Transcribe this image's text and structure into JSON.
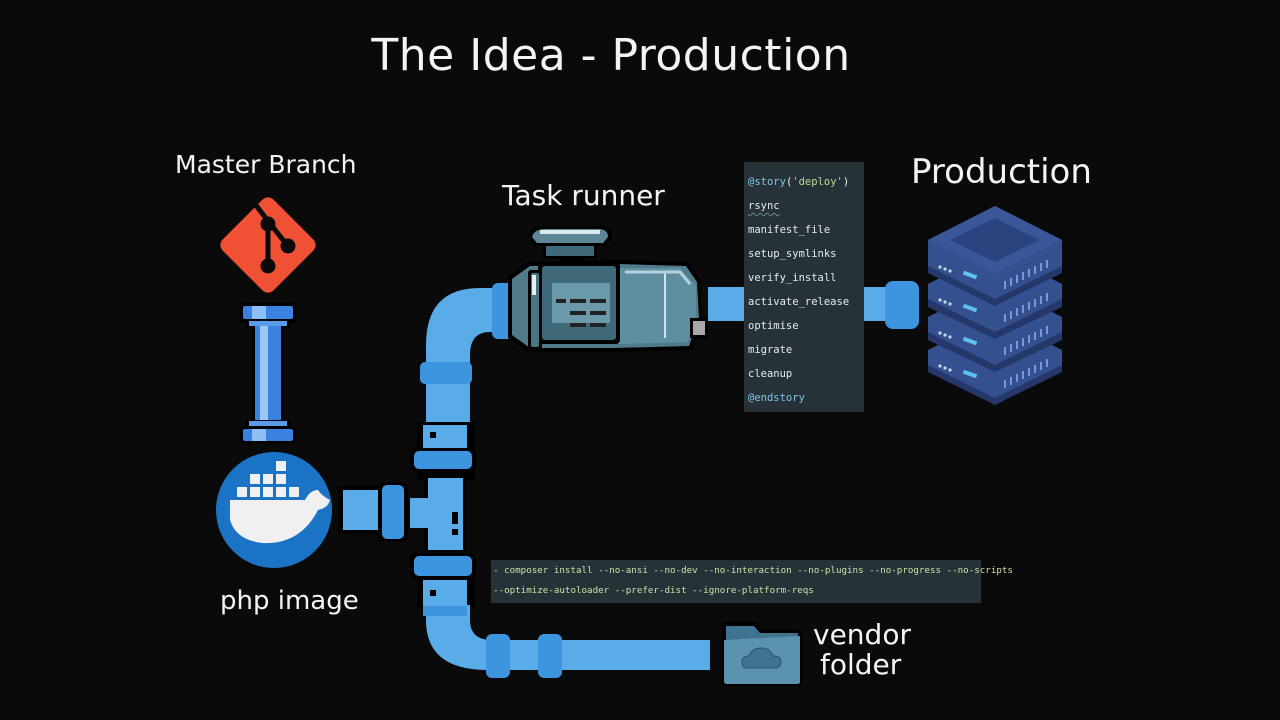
{
  "slide": {
    "title": "The Idea - Production"
  },
  "labels": {
    "master_branch": "Master Branch",
    "task_runner": "Task runner",
    "production": "Production",
    "php_image": "php image",
    "vendor_folder_line1": "vendor",
    "vendor_folder_line2": "folder"
  },
  "story_code": {
    "open_directive": "@story",
    "open_paren": "(",
    "story_name": "'deploy'",
    "close_paren": ")",
    "tasks": [
      "rsync",
      "manifest_file",
      "setup_symlinks",
      "verify_install",
      "activate_release",
      "optimise",
      "migrate",
      "cleanup"
    ],
    "close_directive": "@endstory"
  },
  "composer_code": {
    "line1": "- composer install --no-ansi --no-dev --no-interaction --no-plugins --no-progress --no-scripts",
    "line2": "--optimize-autoloader --prefer-dist --ignore-platform-reqs"
  },
  "icons": {
    "git": "git-logo-icon",
    "docker": "docker-whale-icon",
    "pump": "water-pump-icon",
    "server": "server-stack-icon",
    "folder": "cloud-folder-icon",
    "pipe": "pipe-icon"
  },
  "colors": {
    "background": "#0a0a0a",
    "pipe_light": "#5aace8",
    "pipe_dark": "#3d95e0",
    "git_orange": "#f05033",
    "docker_blue": "#1b73c5",
    "server_navy": "#2f4680",
    "code_bg": "#263238"
  }
}
